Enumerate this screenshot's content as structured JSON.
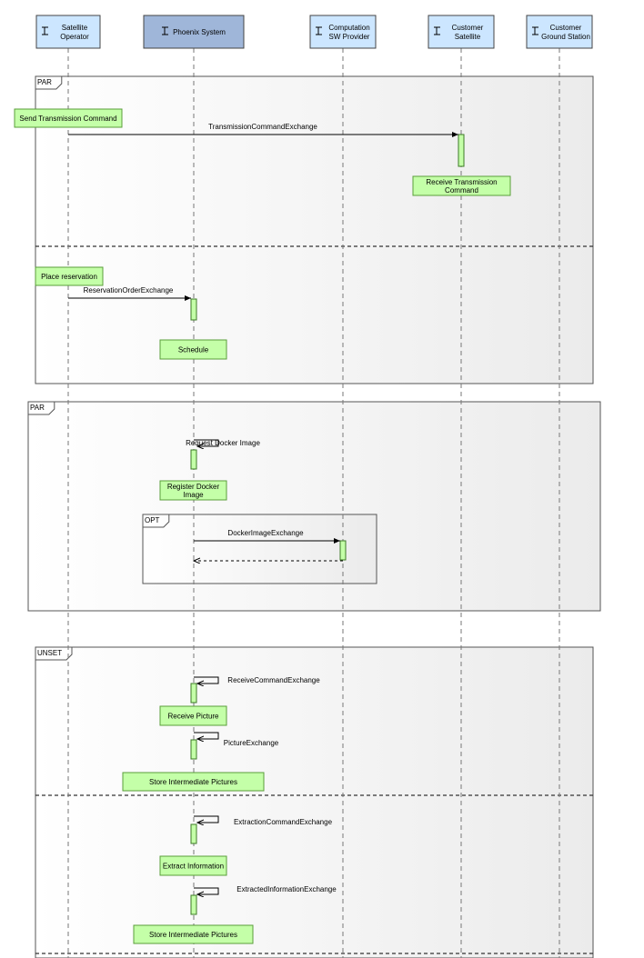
{
  "lifelines": [
    {
      "id": "satop",
      "name_lines": [
        "Satellite",
        "Operator"
      ]
    },
    {
      "id": "phoenix",
      "name_lines": [
        "Phoenix System"
      ]
    },
    {
      "id": "compsw",
      "name_lines": [
        "Computation",
        "SW Provider"
      ]
    },
    {
      "id": "custsat",
      "name_lines": [
        "Customer",
        "Satellite"
      ]
    },
    {
      "id": "custgs",
      "name_lines": [
        "Customer",
        "Ground Station"
      ]
    }
  ],
  "fragments": [
    {
      "id": "par1",
      "operator": "PAR"
    },
    {
      "id": "par2",
      "operator": "PAR"
    },
    {
      "id": "opt1",
      "operator": "OPT"
    },
    {
      "id": "unset1",
      "operator": "UNSET"
    }
  ],
  "actions": [
    {
      "id": "send-transmission",
      "lines": [
        "Send Transmission Command"
      ]
    },
    {
      "id": "receive-transmission",
      "lines": [
        "Receive Transmission",
        "Command"
      ]
    },
    {
      "id": "place-reservation",
      "lines": [
        "Place reservation"
      ]
    },
    {
      "id": "schedule",
      "lines": [
        "Schedule"
      ]
    },
    {
      "id": "register-docker",
      "lines": [
        "Register Docker",
        "Image"
      ]
    },
    {
      "id": "receive-picture",
      "lines": [
        "Receive Picture"
      ]
    },
    {
      "id": "store-intermediate-1",
      "lines": [
        "Store Intermediate Pictures"
      ]
    },
    {
      "id": "extract-information",
      "lines": [
        "Extract Information"
      ]
    },
    {
      "id": "store-intermediate-2",
      "lines": [
        "Store Intermediate Pictures"
      ]
    }
  ],
  "messages": [
    {
      "id": "m1",
      "label": "TransmissionCommandExchange"
    },
    {
      "id": "m2",
      "label": "ReservationOrderExchange"
    },
    {
      "id": "m3",
      "label": "Request Docker Image"
    },
    {
      "id": "m4",
      "label": "DockerImageExchange"
    },
    {
      "id": "m5",
      "label": ""
    },
    {
      "id": "m6",
      "label": "ReceiveCommandExchange"
    },
    {
      "id": "m7",
      "label": "PictureExchange"
    },
    {
      "id": "m8",
      "label": "ExtractionCommandExchange"
    },
    {
      "id": "m9",
      "label": "ExtractedInformationExchange"
    }
  ],
  "colors": {
    "lifeline_head": "#cce6ff",
    "lifeline_head_selected": "#9fb6d9",
    "action_fill": "#c4ffa8",
    "action_border": "#5a9e3a",
    "activation_fill": "#c4ffa8",
    "fragment_border": "#555555"
  }
}
